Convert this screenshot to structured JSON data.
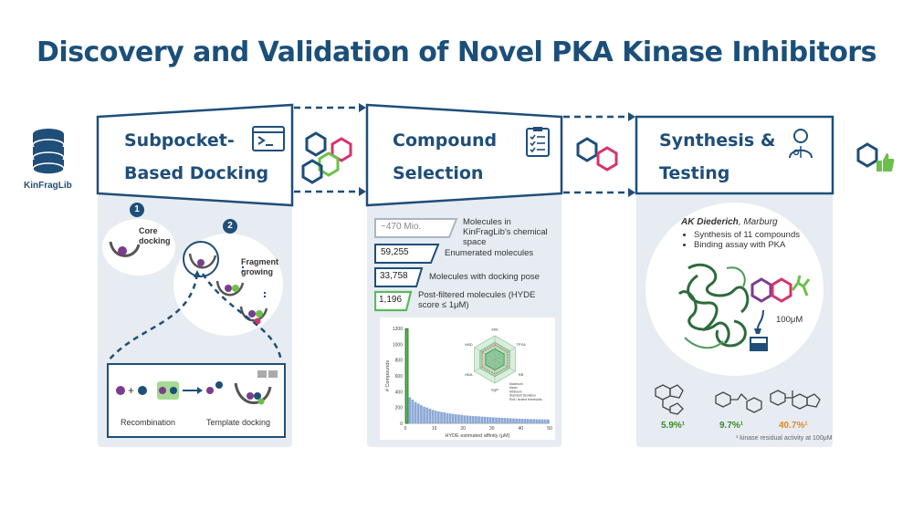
{
  "title": "Discovery and Validation of Novel PKA Kinase Inhibitors",
  "source": {
    "label": "KinFragLib"
  },
  "steps": [
    {
      "line1": "Subpocket-",
      "line2": "Based Docking"
    },
    {
      "line1": "Compound",
      "line2": "Selection"
    },
    {
      "line1": "Synthesis &",
      "line2": "Testing"
    }
  ],
  "docking": {
    "step1_number": "1",
    "step1_label": "Core docking",
    "step2_number": "2",
    "step2_label": "Fragment growing",
    "recombination_label": "Recombination",
    "template_label": "Template docking"
  },
  "funnel": [
    {
      "value": "~470 Mio.",
      "label": "Molecules in KinFragLib's chemical space"
    },
    {
      "value": "59,255",
      "label": "Enumerated molecules"
    },
    {
      "value": "33,758",
      "label": "Molecules with docking pose"
    },
    {
      "value": "1,196",
      "label": "Post-filtered molecules (HYDE score ≤ 1μM)"
    }
  ],
  "chart_data": {
    "type": "bar",
    "xlabel": "HYDE estimated affinity (μM)",
    "ylabel": "# Compounds",
    "xticks": [
      "0",
      "10",
      "20",
      "30",
      "40",
      "50"
    ],
    "yticks": [
      "0",
      "200",
      "400",
      "600",
      "800",
      "1000",
      "1200"
    ],
    "ylim": [
      0,
      1200
    ],
    "xlim": [
      0,
      50
    ],
    "values": [
      1196,
      330,
      300,
      270,
      250,
      230,
      210,
      200,
      185,
      170,
      160,
      150,
      145,
      140,
      130,
      125,
      120,
      115,
      110,
      105,
      100,
      98,
      95,
      92,
      90,
      88,
      85,
      83,
      80,
      78,
      76,
      74,
      72,
      70,
      68,
      66,
      64,
      62,
      60,
      58,
      57,
      56,
      55,
      54,
      53,
      52,
      51,
      50,
      50,
      49
    ],
    "highlight_color": "#5cb85c",
    "bar_color": "#8eaad6",
    "radar_axes": [
      "MW",
      "TPSA",
      "RB",
      "logP",
      "HBA",
      "HBD"
    ],
    "radar_legend": [
      "Maximum",
      "Mean",
      "Minimum",
      "Standard Deviation",
      "Ro5 / lenient thresholds"
    ]
  },
  "testing": {
    "group": "AK Diederich",
    "location": ", Marburg",
    "bullets": [
      "Synthesis of 11 compounds",
      "Binding assay with PKA"
    ],
    "concentration": "100μM",
    "results": [
      {
        "value": "5.9%¹",
        "color": "#3a8a2a"
      },
      {
        "value": "9.7%¹",
        "color": "#3a8a2a"
      },
      {
        "value": "40.7%¹",
        "color": "#e08a1e"
      }
    ],
    "footnote": "¹ kinase residual activity at 100μM"
  },
  "colors": {
    "navy": "#1f4e79",
    "panel": "#e6ecf2",
    "pink": "#d6336c",
    "green": "#6cc04a"
  }
}
